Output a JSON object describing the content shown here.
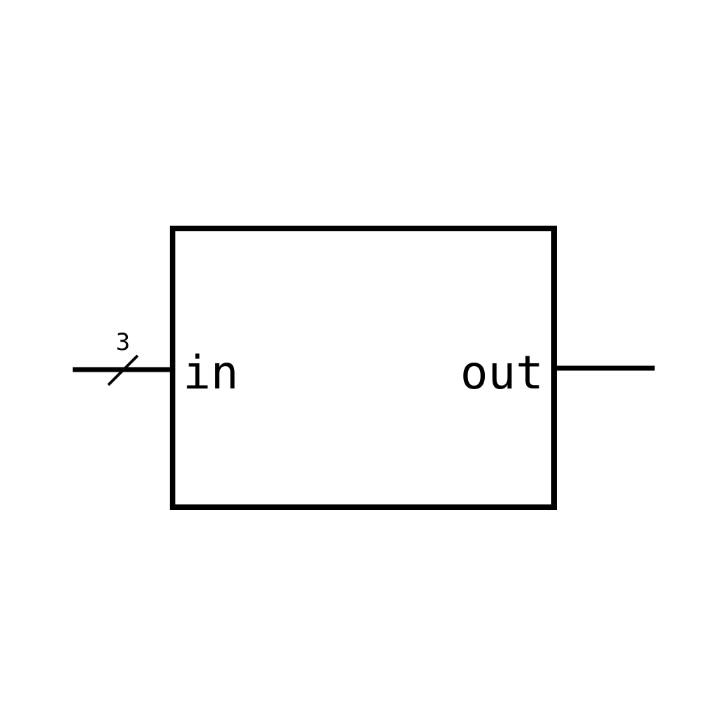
{
  "block": {
    "input_port": "in",
    "output_port": "out",
    "input_bus_width": "3"
  },
  "colors": {
    "stroke": "#000000",
    "background": "#ffffff"
  }
}
